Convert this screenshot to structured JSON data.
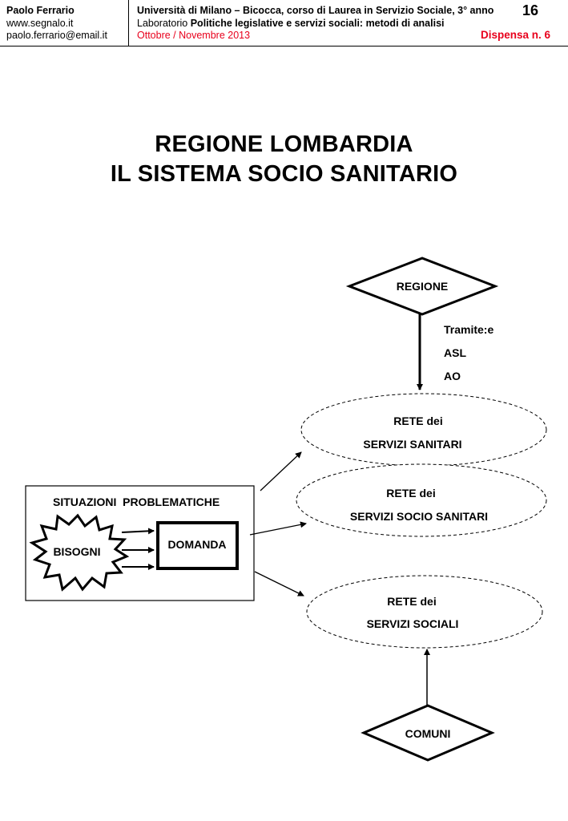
{
  "header": {
    "author_name": "Paolo Ferrario",
    "website": "www.segnalo.it",
    "email": "paolo.ferrario@email.it",
    "course_line": "Università di Milano – Bicocca, corso di  Laurea in Servizio Sociale, 3° anno",
    "lab_prefix": "Laboratorio ",
    "lab_title": "Politiche legislative e servizi sociali: metodi di analisi",
    "dates": "Ottobre / Novembre 2013",
    "page_number": "16",
    "dispensa": "Dispensa n. 6",
    "accent_color": "#e8001c"
  },
  "title": {
    "line1": "REGIONE LOMBARDIA",
    "line2": "IL SISTEMA SOCIO SANITARIO"
  },
  "diagram": {
    "regione": "REGIONE",
    "tramite": "Tramite:e",
    "asl": "ASL",
    "ao": "AO",
    "rete_sanitari_1": "RETE dei",
    "rete_sanitari_2": "SERVIZI SANITARI",
    "rete_socio_1": "RETE dei",
    "rete_socio_2": "SERVIZI SOCIO SANITARI",
    "rete_sociali_1": "RETE dei",
    "rete_sociali_2": "SERVIZI SOCIALI",
    "situazioni": "SITUAZIONI  PROBLEMATICHE",
    "bisogni": "BISOGNI",
    "domanda": "DOMANDA",
    "comuni": "COMUNI"
  }
}
